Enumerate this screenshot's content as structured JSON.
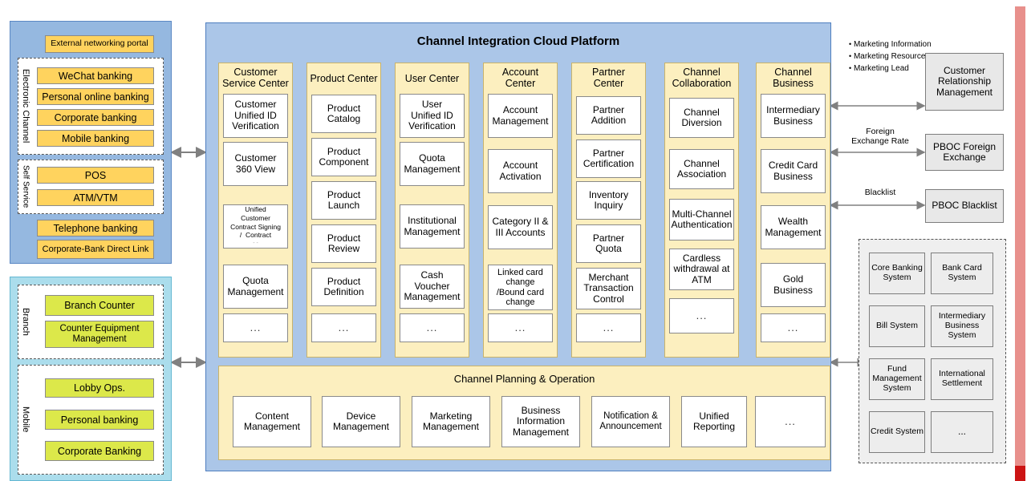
{
  "platform": {
    "title": "Channel Integration Cloud Platform",
    "columns": [
      {
        "title": "Customer\nService Center",
        "cells": [
          "Customer Unified ID Verification",
          "Customer 360 View",
          "Unified Customer Contract Signing /  Contract",
          "Quota Management",
          "..."
        ]
      },
      {
        "title": "Product Center",
        "cells": [
          "Product Catalog",
          "Product Component",
          "Product Launch",
          "Product Review",
          "Product Definition",
          "..."
        ]
      },
      {
        "title": "User Center",
        "cells": [
          "User Unified ID Verification",
          "Quota Management",
          "Institutional Management",
          "Cash Voucher Management",
          "..."
        ]
      },
      {
        "title": "Account Center",
        "cells": [
          "Account Management",
          "Account Activation",
          "Category II & III Accounts",
          "Linked card change /Bound card change",
          "..."
        ]
      },
      {
        "title": "Partner Center",
        "cells": [
          "Partner Addition",
          "Partner Certification",
          "Inventory Inquiry",
          "Partner Quota",
          "Merchant Transaction Control",
          "..."
        ]
      },
      {
        "title": "Channel Collaboration",
        "cells": [
          "Channel Diversion",
          "Channel Association",
          "Multi-Channel Authentication",
          "Cardless withdrawal at ATM",
          "..."
        ]
      },
      {
        "title": "Channel Business",
        "cells": [
          "Intermediary Business",
          "Credit Card Business",
          "Wealth Management",
          "Gold Business",
          "..."
        ]
      }
    ],
    "operations": {
      "title": "Channel Planning & Operation",
      "items": [
        "Content Management",
        "Device Management",
        "Marketing Management",
        "Business Information Management",
        "Notification & Announcement",
        "Unified Reporting",
        "..."
      ]
    }
  },
  "channels": {
    "electronic_panel": {
      "top_item": "External networking portal",
      "groups": [
        {
          "label": "Electronic Channel",
          "items": [
            "WeChat banking",
            "Personal online banking",
            "Corporate banking",
            "Mobile banking"
          ]
        },
        {
          "label": "Self Service",
          "items": [
            "POS",
            "ATM/VTM"
          ]
        }
      ],
      "bottom_items": [
        "Telephone banking",
        "Corporate-Bank Direct Link"
      ]
    },
    "branch_panel": {
      "groups": [
        {
          "label": "Branch",
          "items": [
            "Branch Counter",
            "Counter Equipment Management"
          ]
        },
        {
          "label": "Mobile",
          "items": [
            "Lobby Ops.",
            "Personal banking",
            "Corporate Banking"
          ]
        }
      ]
    }
  },
  "external": {
    "flows": [
      {
        "label": "Customer Relationship Management",
        "bullets": [
          "Marketing Information",
          "Marketing Resources",
          "Marketing Lead"
        ]
      },
      {
        "label": "PBOC Foreign Exchange",
        "flow_label": "Foreign Exchange Rate"
      },
      {
        "label": "PBOC Blacklist",
        "flow_label": "Blacklist"
      }
    ],
    "systems": [
      "Core Banking System",
      "Bank Card System",
      "Bill System",
      "Intermediary Business System",
      "Fund Management System",
      "International Settlement",
      "Credit System",
      "..."
    ]
  },
  "colors": {
    "platform_blue": "#ABC6E8",
    "channel_blue": "#95B8E0",
    "channel_cyan": "#ABDDEC",
    "gold": "#FFD35E",
    "green": "#DCE84A",
    "column_yellow": "#FCEFBF",
    "external_grey": "#E8E8E8",
    "accent_red": "#E8908C",
    "arrow_grey": "#808080"
  }
}
